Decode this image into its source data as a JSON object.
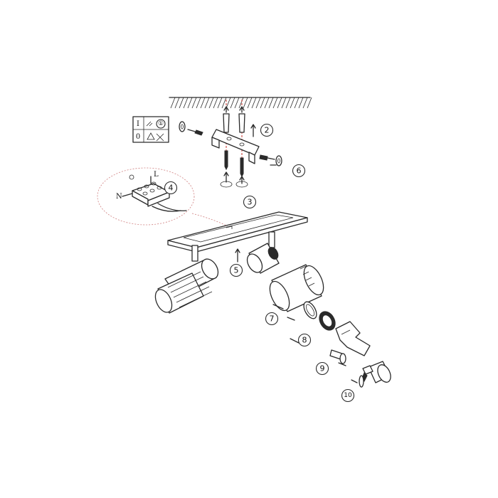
{
  "figure": {
    "callouts": [
      {
        "id": "callout-1",
        "label": "①"
      },
      {
        "id": "callout-2",
        "label": "2"
      },
      {
        "id": "callout-3",
        "label": "3"
      },
      {
        "id": "callout-4",
        "label": "4"
      },
      {
        "id": "callout-5",
        "label": "5"
      },
      {
        "id": "callout-6",
        "label": "6"
      },
      {
        "id": "callout-7",
        "label": "7"
      },
      {
        "id": "callout-8",
        "label": "8"
      },
      {
        "id": "callout-9",
        "label": "9"
      },
      {
        "id": "callout-10",
        "label": "10"
      }
    ],
    "wiring": {
      "live": "L",
      "neutral": "N"
    },
    "switch_legend": {
      "on": "I",
      "off": "0"
    },
    "colors": {
      "line": "#2a2a2a",
      "dashed_guide": "#c8332b",
      "background": "#ffffff"
    }
  }
}
